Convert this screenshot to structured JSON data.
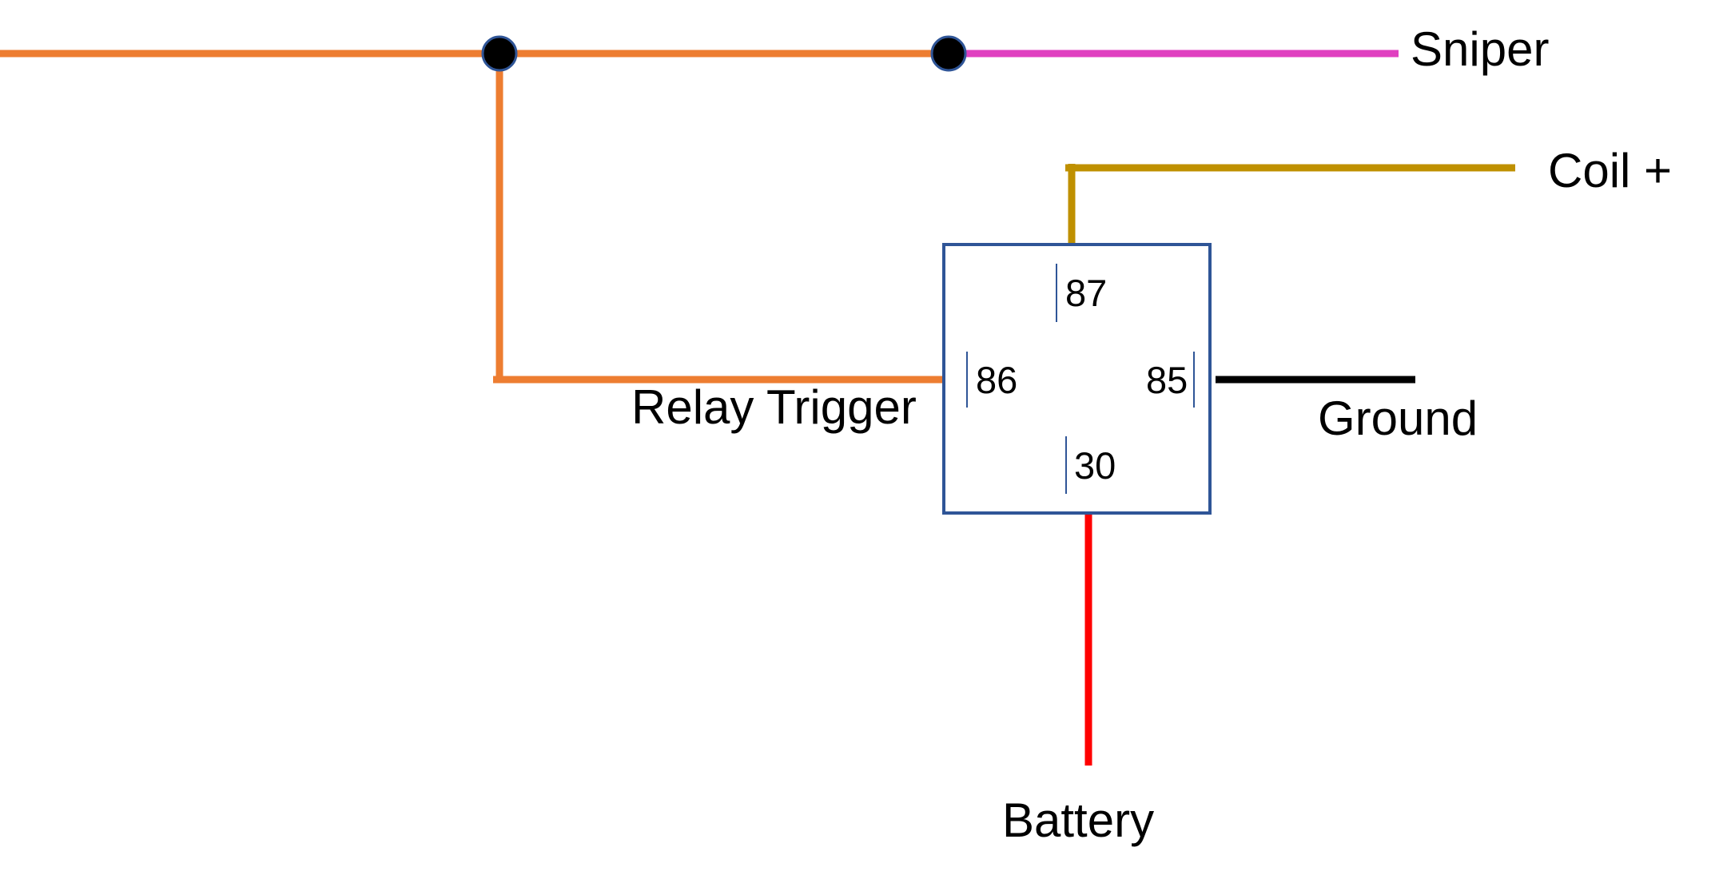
{
  "diagram": {
    "labels": {
      "sniper": "Sniper",
      "coil": "Coil +",
      "relay_trigger": "Relay Trigger",
      "ground": "Ground",
      "battery": "Battery"
    },
    "relay": {
      "pin_87": "87",
      "pin_86": "86",
      "pin_85": "85",
      "pin_30": "30"
    },
    "colors": {
      "trigger_wire": "#ED7D31",
      "sniper_wire": "#E040C0",
      "coil_wire": "#BF9000",
      "ground_wire": "#000000",
      "battery_wire": "#FF0000",
      "relay_outline": "#2F5597",
      "junction_fill": "#000000",
      "junction_outline": "#2F5597"
    }
  }
}
